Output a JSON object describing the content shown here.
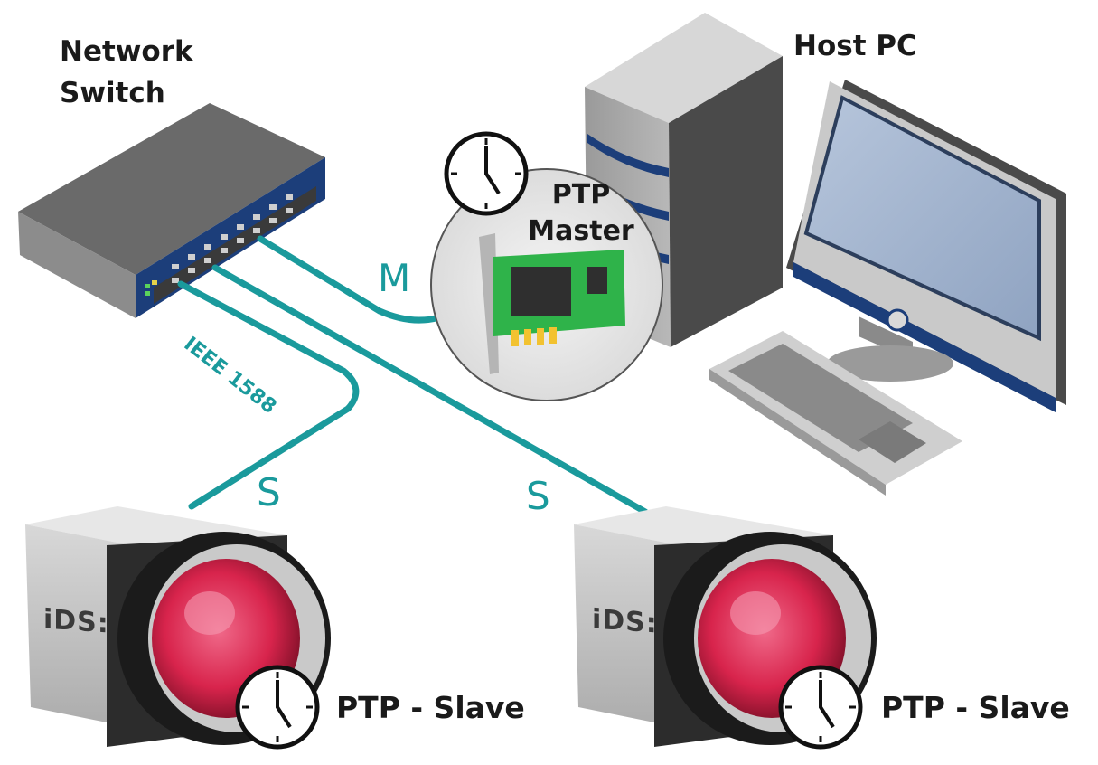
{
  "labels": {
    "network_switch_line1": "Network",
    "network_switch_line2": "Switch",
    "host_pc": "Host PC",
    "ptp_master_line1": "PTP",
    "ptp_master_line2": "Master",
    "ieee": "IEEE 1588",
    "master_link": "M",
    "slave_link_left": "S",
    "slave_link_right": "S",
    "slave_left": "PTP - Slave",
    "slave_right": "PTP - Slave",
    "camera_brand_left": "iDS:",
    "camera_brand_right": "iDS:"
  },
  "colors": {
    "cable": "#1a9a9c",
    "switch_accent": "#1c3e7a",
    "nic_board": "#2fb34a",
    "monitor_screen": "#9fb3cf",
    "lens": "#e0365a"
  },
  "icons": {
    "clock": "clock-icon",
    "switch": "network-switch-icon",
    "pc": "host-pc-icon",
    "nic": "network-card-icon",
    "camera": "camera-icon"
  }
}
